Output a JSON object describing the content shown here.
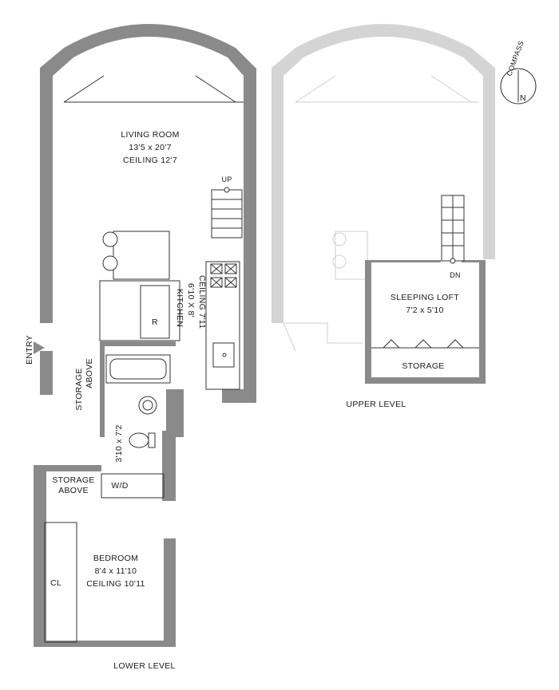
{
  "compass": {
    "label": "COMPASS",
    "north": "N"
  },
  "lower_level": {
    "caption": "LOWER LEVEL",
    "entry": "ENTRY",
    "living_room": {
      "name": "LIVING ROOM",
      "dims": "13'5 x 20'7",
      "ceiling": "CEILING 12'7"
    },
    "stair_up": "UP",
    "kitchen": {
      "name": "KITCHEN",
      "dims": "6'10 X 8'",
      "ceiling": "CEILING 7'11"
    },
    "refrigerator": "R",
    "storage_above_1": [
      "STORAGE",
      "ABOVE"
    ],
    "bath_dims": "3'10 x 7'2",
    "storage_above_2": [
      "STORAGE",
      "ABOVE"
    ],
    "washer_dryer": "W/D",
    "bedroom": {
      "name": "BEDROOM",
      "dims": "8'4 x 11'10",
      "ceiling": "CEILING 10'11"
    },
    "closet": "CL"
  },
  "upper_level": {
    "caption": "UPPER LEVEL",
    "stair_down": "DN",
    "sleeping_loft": {
      "name": "SLEEPING LOFT",
      "dims": "7'2 x 5'10"
    },
    "storage": "STORAGE"
  }
}
